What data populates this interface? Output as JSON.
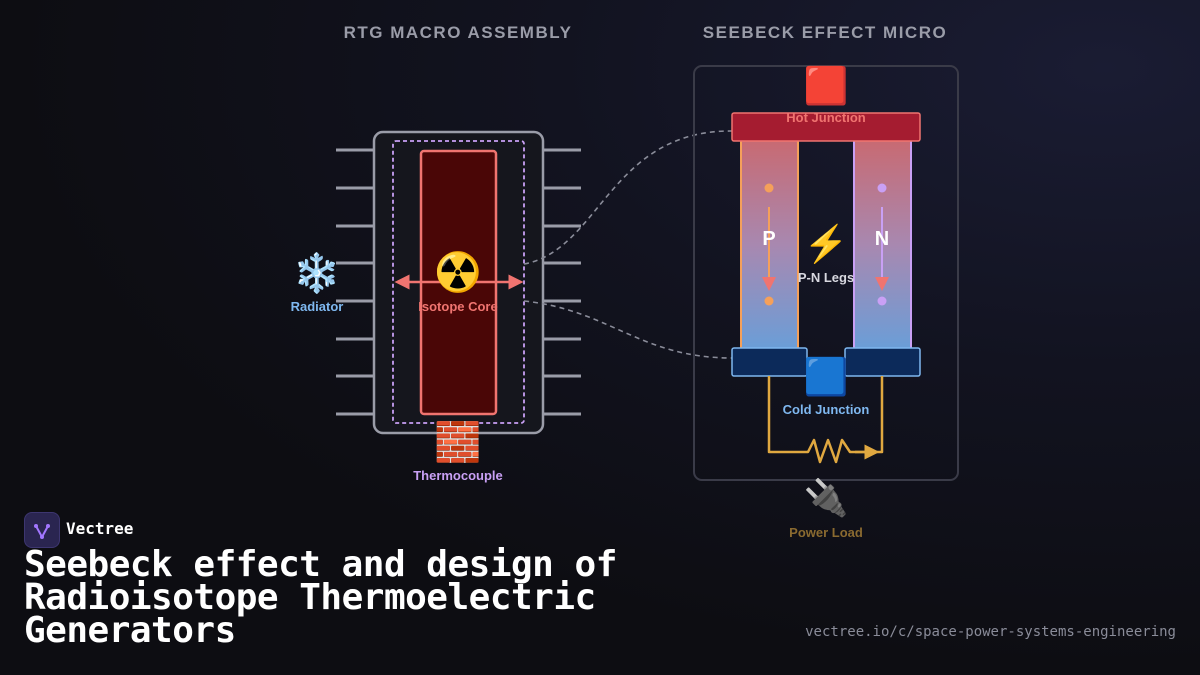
{
  "brand": {
    "name": "Vectree",
    "logo": "vectree-logo"
  },
  "page": {
    "title": "Seebeck effect and design of Radioisotope Thermoelectric Generators",
    "url": "vectree.io/c/space-power-systems-engineering"
  },
  "sections": {
    "macro_heading": "RTG MACRO ASSEMBLY",
    "micro_heading": "SEEBECK EFFECT MICRO"
  },
  "rtg": {
    "radiator": {
      "label": "Radiator",
      "icon": "❄️",
      "icon_name": "snowflake-icon"
    },
    "core": {
      "label": "Isotope Core",
      "icon": "☢️",
      "icon_name": "radioactive-icon"
    },
    "thermocouple": {
      "label": "Thermocouple",
      "icon": "🧱",
      "icon_name": "brick-icon"
    }
  },
  "seebeck": {
    "hot_junction": {
      "label": "Hot Junction",
      "icon": "🟥",
      "icon_name": "red-square-icon"
    },
    "p_leg": "P",
    "n_leg": "N",
    "legs": {
      "label": "P-N Legs",
      "icon": "⚡",
      "icon_name": "lightning-icon"
    },
    "cold_junction": {
      "label": "Cold Junction",
      "icon": "🟦",
      "icon_name": "blue-square-icon"
    },
    "power_load": {
      "label": "Power Load",
      "icon": "🔌",
      "icon_name": "plug-icon"
    }
  },
  "colors": {
    "hot": "#f07470",
    "hot_bar": "#a51c30",
    "cold": "#7fb8f0",
    "cold_bar": "#0c2a5a",
    "p_type": "#f5a05a",
    "n_type": "#c9a0f5",
    "load": "#e0a840",
    "frame": "#9a9ca8",
    "muted_text": "#9a9ca8",
    "brand_accent": "#a276ff"
  }
}
